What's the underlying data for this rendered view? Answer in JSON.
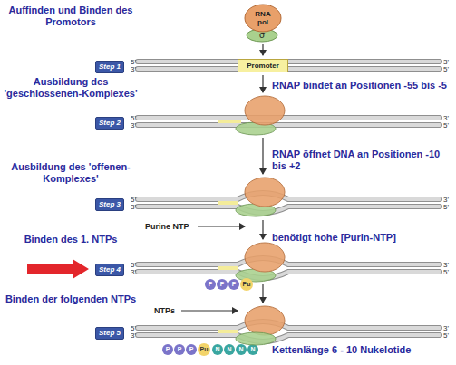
{
  "diagram": {
    "nodes": [
      {
        "text": [
          "RNA pol",
          "σ"
        ]
      },
      {
        "text": [
          "Step 1"
        ]
      },
      {
        "text": [
          "Promoter"
        ]
      },
      {
        "text": [
          "Step 2"
        ]
      },
      {
        "text": [
          "Step 3"
        ]
      },
      {
        "text": [
          "Step 4"
        ]
      },
      {
        "text": [
          "Step 5"
        ]
      }
    ],
    "labels": [
      "Auffinden und Binden des Promotors",
      "Ausbildung des 'geschlossenen-Komplexes'",
      "RNAP bindet an Positionen -55 bis -5",
      "Ausbildung des 'offenen-Komplexes'",
      "RNAP öffnet DNA an Positionen -10 bis +2",
      "Binden des 1. NTPs",
      "Purine NTP",
      "benötigt hohe [Purin-NTP]",
      "Binden der folgenden NTPs",
      "NTPs",
      "Kettenlänge 6 - 10 Nukelotide",
      "5'",
      "3'",
      "3'",
      "5'",
      "5'",
      "3'",
      "3'",
      "5'",
      "5'",
      "3'",
      "3'",
      "5'",
      "5'",
      "3'",
      "3'",
      "5'",
      "5'",
      "3'",
      "3'",
      "5'",
      "P",
      "P",
      "P",
      "Pu",
      "P",
      "P",
      "P",
      "Pu",
      "N",
      "N",
      "N",
      "N"
    ]
  }
}
